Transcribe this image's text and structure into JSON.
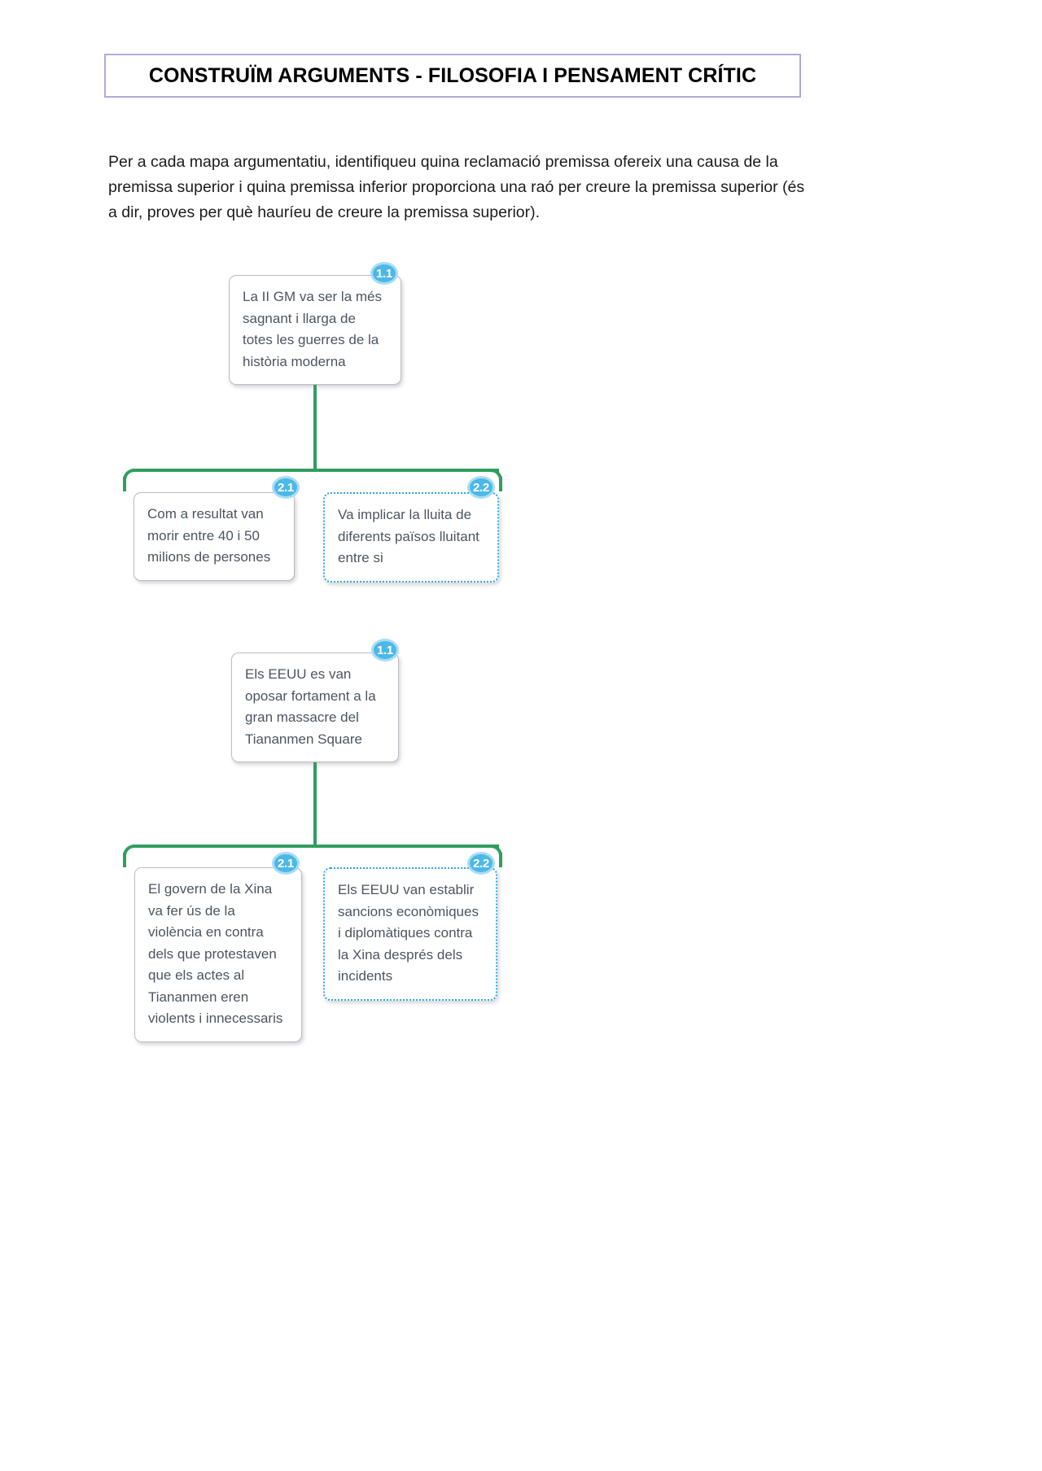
{
  "document": {
    "title": "CONSTRUÏM ARGUMENTS - FILOSOFIA I PENSAMENT CRÍTIC",
    "intro": "Per a cada mapa argumentatiu, identifiqueu quina reclamació premissa ofereix una causa de la premissa superior i quina premissa inferior proporciona una raó per creure la premissa superior (és a dir, proves per què hauríeu de creure la premissa superior)."
  },
  "colors": {
    "title_border": "#b4a7da",
    "badge_fill": "#4cb8e8",
    "badge_halo": "#a9ddf4",
    "connector_green": "#2f9e5f",
    "node_border": "#b9bdc4",
    "dotted_border": "#33a5dd",
    "node_text": "#4d5560"
  },
  "maps": [
    {
      "id": "argument-map-1",
      "claim": {
        "badge": "1.1",
        "text": "La II GM va ser la més sagnant i llarga de totes les guerres de la història moderna",
        "style": "solid"
      },
      "premises": [
        {
          "badge": "2.1",
          "text": "Com a resultat van morir entre 40 i 50 milions de persones",
          "style": "solid"
        },
        {
          "badge": "2.2",
          "text": "Va implicar la lluita de diferents països lluitant entre si",
          "style": "dotted"
        }
      ]
    },
    {
      "id": "argument-map-2",
      "claim": {
        "badge": "1.1",
        "text": "Els EEUU es van oposar fortament a la gran massacre del Tiananmen Square",
        "style": "solid"
      },
      "premises": [
        {
          "badge": "2.1",
          "text": "El govern de la Xina va fer ús de la violència en contra dels que protestaven que els actes al Tiananmen eren violents i innecessaris",
          "style": "solid"
        },
        {
          "badge": "2.2",
          "text": "Els EEUU van establir sancions econòmiques i diplomàtiques contra la Xina després dels incidents",
          "style": "dotted"
        }
      ]
    }
  ]
}
